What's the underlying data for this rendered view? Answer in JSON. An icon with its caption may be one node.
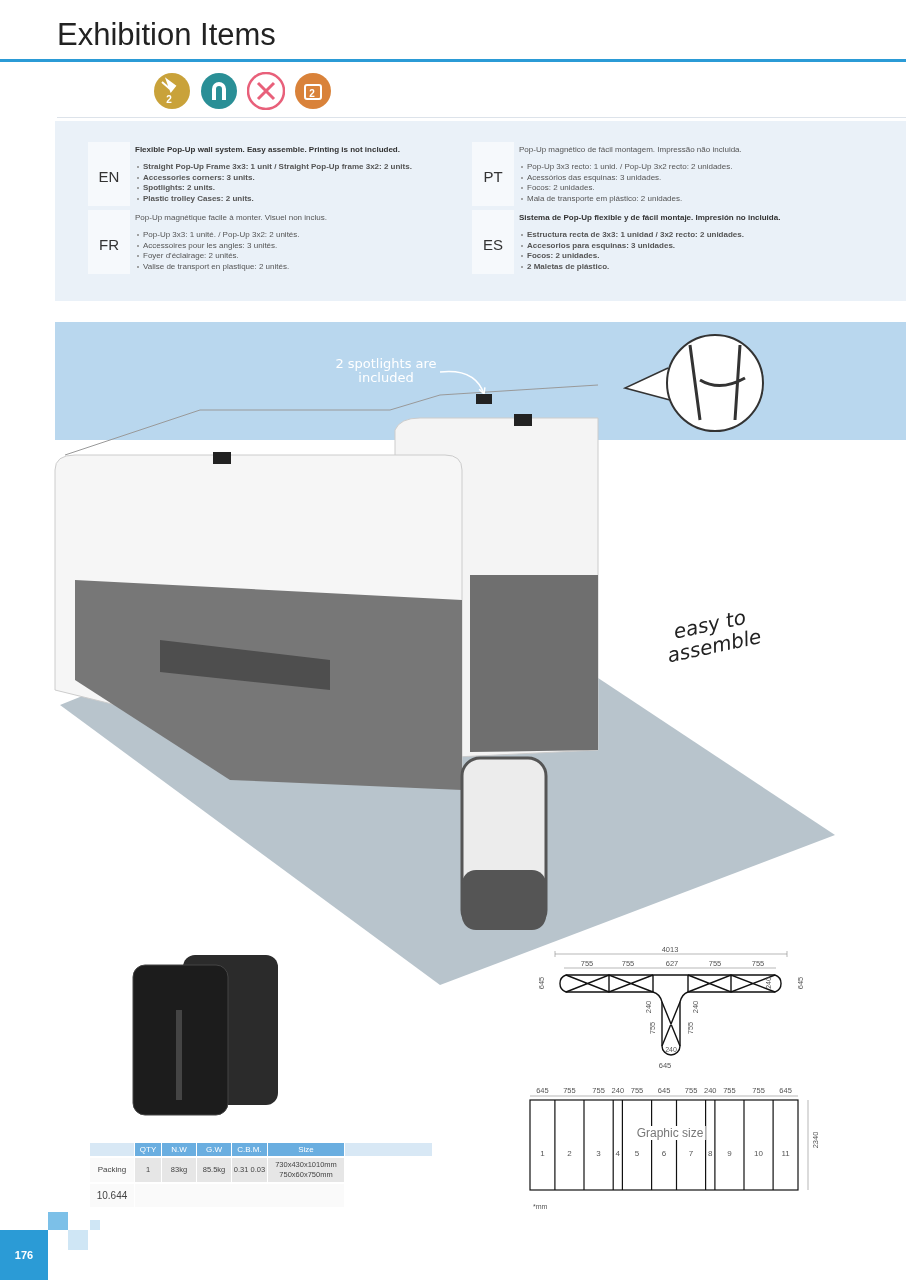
{
  "diagram": {
    "title": "Exhibition Items",
    "nodes": [
      {
        "text": [
          "2 spotlights are included"
        ]
      },
      {
        "text": [],
        "shape": "box"
      }
    ],
    "edges": [
      {
        "from": 0,
        "to": 1,
        "arrow": "to"
      }
    ],
    "labels": [
      "2",
      "2",
      "EN",
      "Flexible Pop-Up wall system. Easy assemble. Printing is not included.",
      "Straight Pop-Up Frame 3x3: 1 unit / Straight Pop-Up frame 3x2: 2 units.",
      "Accessories corners: 3 units.",
      "Spotlights: 2 units.",
      "Plastic trolley Cases: 2 units.",
      "FR",
      "Pop-Up magnétique facile à monter. Visuel non inclus.",
      "Pop-Up 3x3: 1 unité. / Pop-Up 3x2: 2 unités.",
      "Accessoires pour les angles: 3 unités.",
      "Foyer d'éclairage: 2 unités.",
      "Valise de transport en plastique: 2 unités.",
      "PT",
      "Pop-Up magnético de fácil montagem. Impressão não incluida.",
      "Pop-Up 3x3 recto: 1 unid. / Pop-Up 3x2 recto: 2 unidades.",
      "Acessórios das esquinas: 3 unidades.",
      "Focos: 2 unidades.",
      "Mala de transporte em plástico: 2 unidades.",
      "ES",
      "Sistema de Pop-Up flexible y de fácil montaje. Impresión no incluida.",
      "Estructura recta de 3x3: 1 unidad / 3x2 recto: 2 unidades.",
      "Accesorios para esquinas: 3 unidades.",
      "Focos: 2 unidades.",
      "2 Maletas de plástico.",
      "easy to assemble",
      "4013",
      "755",
      "755",
      "627",
      "755",
      "755",
      "645",
      "645",
      "240",
      "240",
      "755",
      "755",
      "240",
      "240",
      "645",
      "645",
      "755",
      "755",
      "240",
      "755",
      "645",
      "755",
      "240",
      "755",
      "755",
      "645",
      "Graphic size",
      "2340",
      "1",
      "2",
      "3",
      "4",
      "5",
      "6",
      "7",
      "8",
      "9",
      "10",
      "11",
      "*mm",
      "QTY",
      "N.W",
      "G.W",
      "C.B.M.",
      "Size",
      "Packing",
      "1",
      "83kg",
      "85.5kg",
      "0.31 0.03",
      "730x430x1010mm 750x60x750mm",
      "10.644",
      "176"
    ]
  }
}
